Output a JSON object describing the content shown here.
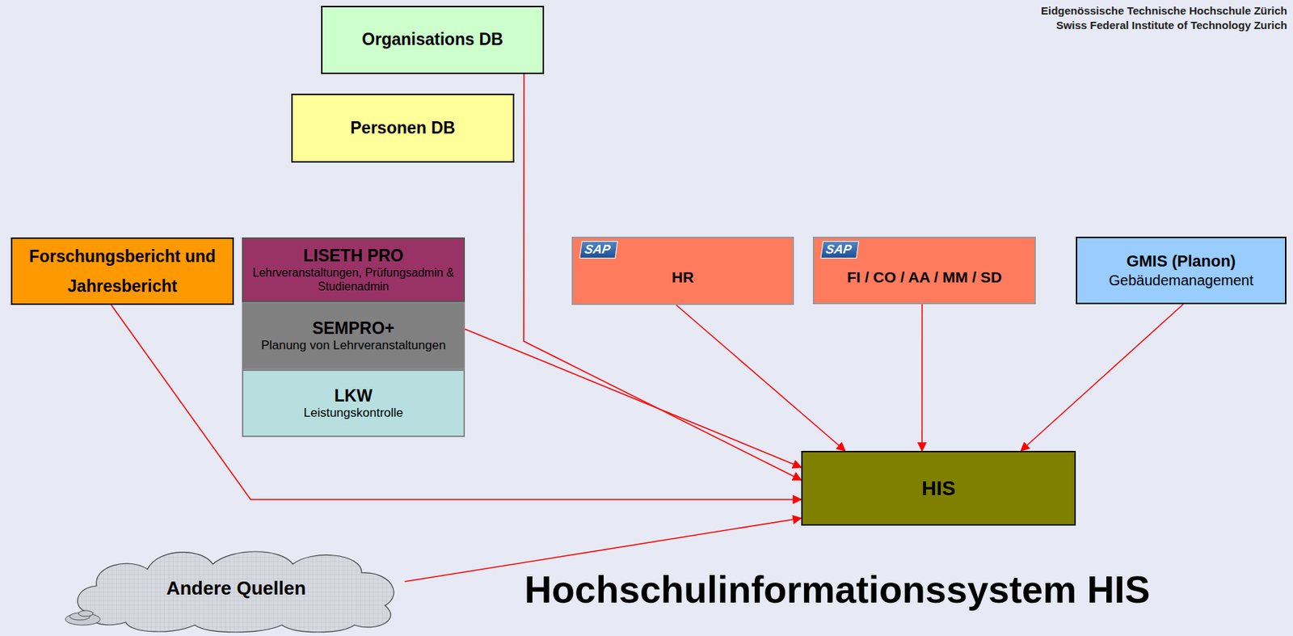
{
  "diagram": {
    "title": "Hochschulinformationssystem HIS",
    "nodes": [
      {
        "text": [
          "Organisations DB"
        ]
      },
      {
        "text": [
          "Personen DB"
        ]
      },
      {
        "text": [
          "Forschungsbericht und Jahresbericht"
        ]
      },
      {
        "text": [
          "LISETH PRO",
          "Lehrveranstaltungen, Prüfungsadmin & Studienadmin"
        ]
      },
      {
        "text": [
          "SEMPRO+",
          "Planung von Lehrveranstaltungen"
        ]
      },
      {
        "text": [
          "LKW",
          "Leistungskontrolle"
        ]
      },
      {
        "text": [
          "SAP",
          "HR"
        ]
      },
      {
        "text": [
          "SAP",
          "FI / CO / AA / MM / SD"
        ]
      },
      {
        "text": [
          "GMIS (Planon)",
          "Gebäudemanagement"
        ]
      },
      {
        "text": [
          "HIS"
        ]
      },
      {
        "text": [
          "Andere Quellen"
        ]
      }
    ],
    "edges": [
      {
        "from": 0,
        "to": 9,
        "arrow": "to"
      },
      {
        "from": 4,
        "to": 9,
        "arrow": "to"
      },
      {
        "from": 6,
        "to": 9,
        "arrow": "to"
      },
      {
        "from": 7,
        "to": 9,
        "arrow": "to"
      },
      {
        "from": 8,
        "to": 9,
        "arrow": "to"
      },
      {
        "from": 2,
        "to": 9,
        "arrow": "to"
      },
      {
        "from": 10,
        "to": 9,
        "arrow": "to"
      }
    ],
    "labels": [
      "Eidgenössische Technische Hochschule Zürich",
      "Swiss Federal Institute of Technology Zurich"
    ]
  }
}
